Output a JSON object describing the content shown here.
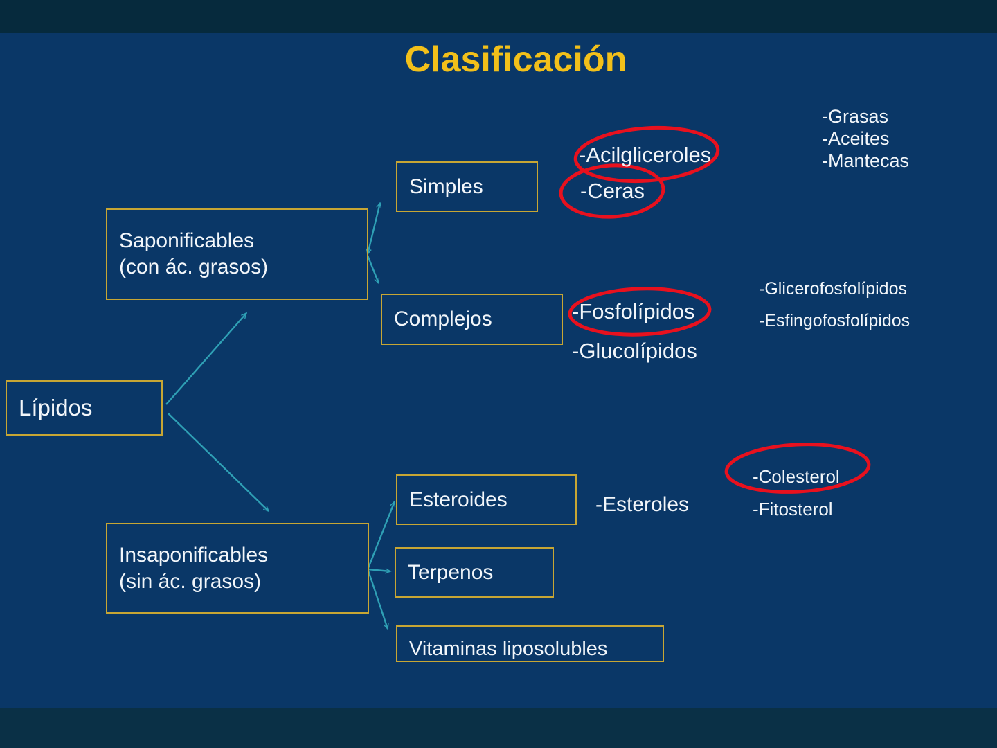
{
  "slide": {
    "title": "Clasificación",
    "colors": {
      "background": "#0A3767",
      "top_bar": "#062A3D",
      "bottom_bar": "#0A3046",
      "title_text": "#F2C01A",
      "box_border": "#C7A634",
      "text": "#F2F6FA",
      "arrow": "#2FA0B5",
      "highlight": "#E8111E"
    }
  },
  "boxes": {
    "lipidos": {
      "label": "Lípidos"
    },
    "saponificables": {
      "line1": "Saponificables",
      "line2": "(con ác. grasos)"
    },
    "insaponificables": {
      "line1": "Insaponificables",
      "line2": "(sin ác. grasos)"
    },
    "simples": {
      "label": "Simples"
    },
    "complejos": {
      "label": "Complejos"
    },
    "esteroides": {
      "label": "Esteroides"
    },
    "terpenos": {
      "label": "Terpenos"
    },
    "vitaminas": {
      "label": "Vitaminas liposolubles"
    }
  },
  "labels": {
    "acilgliceroles": "-Acilgliceroles",
    "ceras": "-Ceras",
    "grasas": "-Grasas",
    "aceites": "-Aceites",
    "mantecas": "-Mantecas",
    "fosfolipidos": "-Fosfolípidos",
    "glucolipidos": "-Glucolípidos",
    "glicerofosfolipidos": "-Glicerofosfolípidos",
    "esfingofosfolipidos": "-Esfingofosfolípidos",
    "esteroles": "-Esteroles",
    "colesterol": "-Colesterol",
    "fitosterol": "-Fitosterol"
  }
}
